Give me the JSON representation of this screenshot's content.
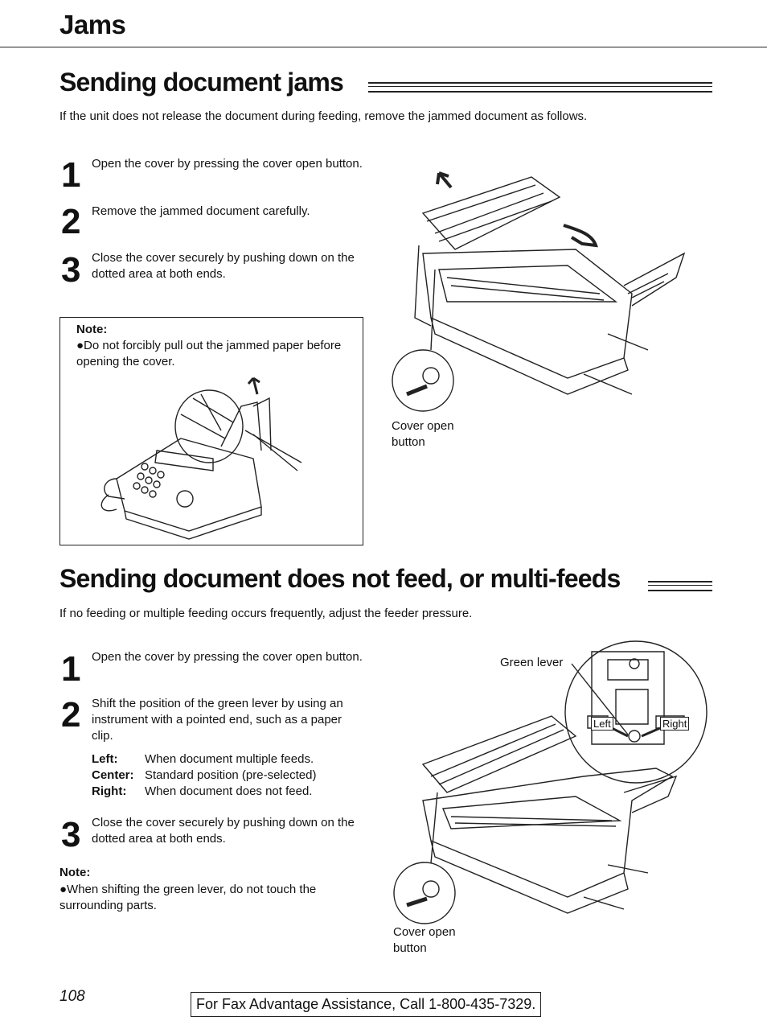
{
  "header": {
    "chapter": "Jams"
  },
  "section1": {
    "title": "Sending document jams",
    "intro": "If the unit does not release the document during feeding, remove the jammed document as follows.",
    "steps": [
      {
        "num": "1",
        "text": "Open the cover by pressing the cover open button."
      },
      {
        "num": "2",
        "text": "Remove the jammed document carefully."
      },
      {
        "num": "3",
        "text": "Close the cover securely by pushing down on the dotted area at both ends."
      }
    ],
    "note": {
      "heading": "Note:",
      "text": "●Do not forcibly pull out the jammed paper before opening the cover."
    },
    "caption_line1": "Cover open",
    "caption_line2": "button"
  },
  "section2": {
    "title": "Sending document does not feed, or multi-feeds",
    "intro": "If no feeding or multiple feeding occurs frequently, adjust the feeder pressure.",
    "steps": [
      {
        "num": "1",
        "text": "Open the cover by pressing the cover open button."
      },
      {
        "num": "2",
        "text": "Shift the position of the green lever by using an instrument with a pointed end, such as a paper clip."
      },
      {
        "num": "3",
        "text": "Close the cover securely by pushing down on the dotted area at both ends."
      }
    ],
    "options": [
      {
        "label": "Left:",
        "text": "When document multiple feeds."
      },
      {
        "label": "Center:",
        "text": "Standard position (pre-selected)"
      },
      {
        "label": "Right:",
        "text": "When document does not feed."
      }
    ],
    "note": {
      "heading": "Note:",
      "text": "●When shifting the green lever, do not touch the surrounding parts."
    },
    "green_lever_label": "Green lever",
    "lever_left_label": "Left",
    "lever_right_label": "Right",
    "caption_line1": "Cover open",
    "caption_line2": "button"
  },
  "footer": {
    "page_number": "108",
    "assistance": "For Fax Advantage Assistance, Call 1-800-435-7329."
  }
}
